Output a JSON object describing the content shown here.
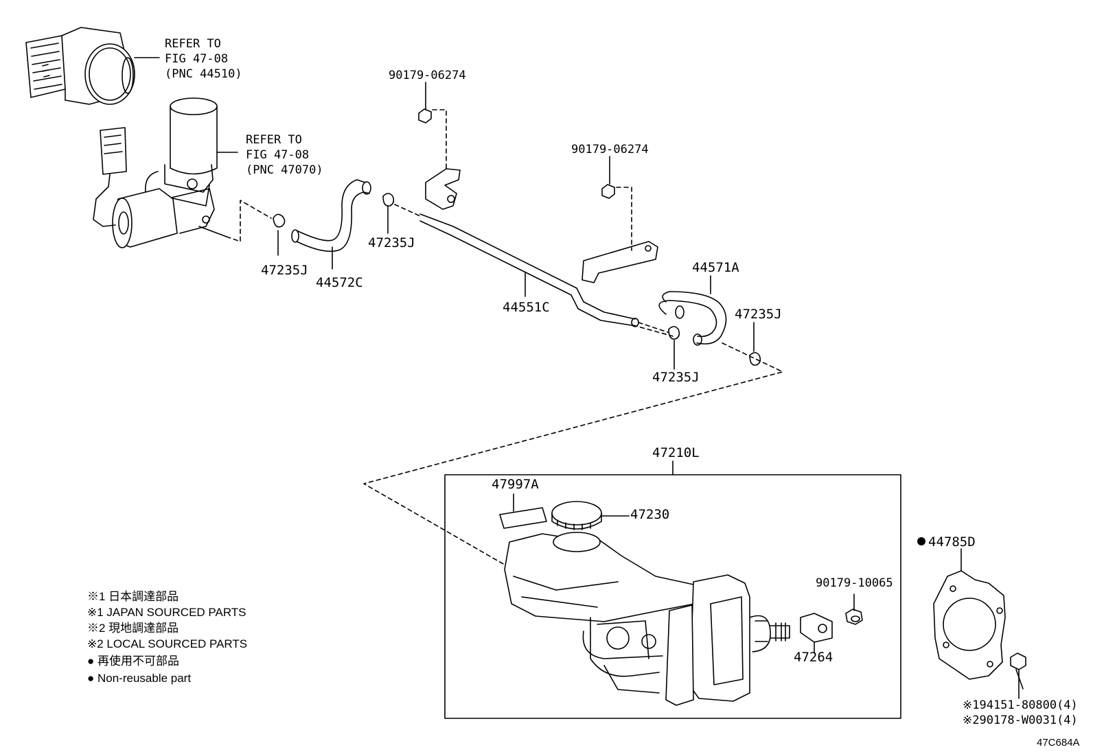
{
  "refs": {
    "abs": {
      "line1": "REFER TO",
      "line2": "FIG 47-08",
      "line3": "(PNC 44510)"
    },
    "pump": {
      "line1": "REFER TO",
      "line2": "FIG 47-08",
      "line3": "(PNC 47070)"
    }
  },
  "parts": {
    "clip_a": "47235J",
    "hose_c": "44572C",
    "clip_b": "47235J",
    "bolt_top": "90179-06274",
    "bolt_mid": "90179-06274",
    "pipe": "44551C",
    "hose_a": "44571A",
    "clip_c": "47235J",
    "clip_d": "47235J",
    "assembly": "47210L",
    "label_sheet": "47997A",
    "cap": "47230",
    "nut": "90179-10065",
    "bracket": "47264",
    "gasket": "44785D",
    "bolt_ref1": "※194151-80800(4)",
    "bolt_ref2": "※290178-W0031(4)"
  },
  "legend": {
    "l1": "※1 日本調達部品",
    "l2": "※1 JAPAN SOURCED PARTS",
    "l3": "※2 現地調達部品",
    "l4": "※2 LOCAL SOURCED PARTS",
    "l5": "● 再使用不可部品",
    "l6": "● Non-reusable part"
  },
  "diagram_code": "47C684A"
}
